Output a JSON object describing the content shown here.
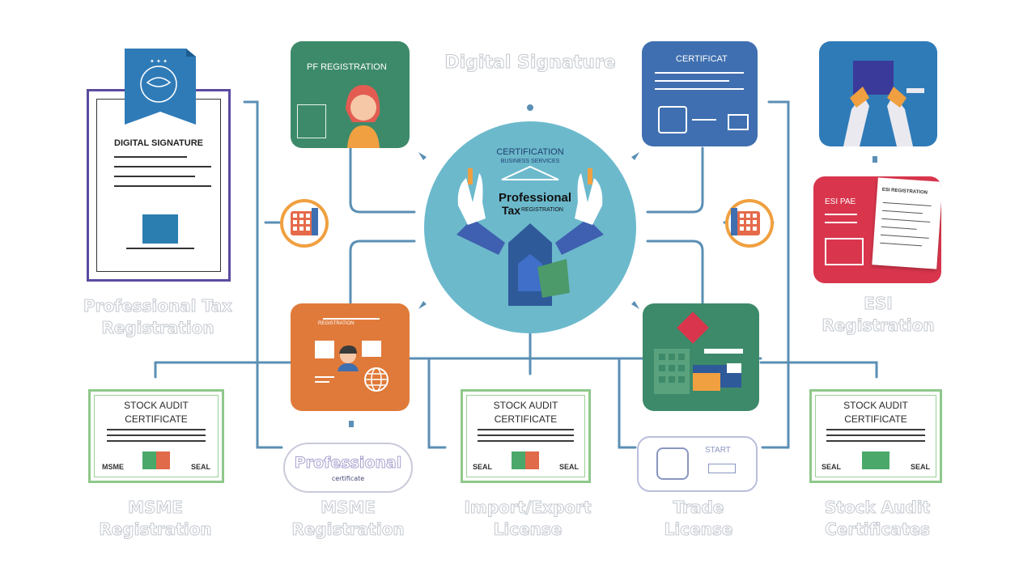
{
  "title": "Digital Signature",
  "center": {
    "heading": "CERTIFICATION",
    "subheading": "BUSINESS SERVICES",
    "label_line1": "Professional",
    "label_line2": "Tax",
    "label_small": "REGISTRATION"
  },
  "tiles": {
    "pf_registration": "PF REGISTRATION",
    "certificate": "CERTIFICAT",
    "esi_tile": "ESI PAE",
    "esi_doc_title": "ESI REGISTRATION",
    "orange_tile_text": "REGISTRATION",
    "doc_header": "DIGITAL SIGNATURE"
  },
  "certificates": [
    {
      "line1": "STOCK AUDIT",
      "line2": "CERTIFICATE",
      "foot_left": "MSME",
      "foot_right": "SEAL"
    },
    {
      "line1": "STOCK AUDIT",
      "line2": "CERTIFICATE",
      "foot_left": "SEAL",
      "foot_right": "SEAL"
    },
    {
      "line1": "STOCK AUDIT",
      "line2": "CERTIFICATE",
      "foot_left": "SEAL",
      "foot_right": "SEAL"
    }
  ],
  "pills": {
    "professional": "Professional",
    "professional_sub": "certificate",
    "start": "START"
  },
  "labels": {
    "professional_tax": "Professional Tax\nRegistration",
    "esi": "ESI\nRegistration",
    "msme1": "MSME\nRegistration",
    "msme2": "MSME\nRegistration",
    "import_export": "Import/Export\nLicense",
    "trade": "Trade\nLicense",
    "stock_audit": "Stock Audit\nCertificates"
  },
  "colors": {
    "connector": "#5b8fb4",
    "green_tile": "#3d8a6a",
    "blue_tile": "#3f6fb0",
    "orange_tile": "#e07a3a",
    "red_tile": "#d9364d",
    "circle": "#6cb9cc",
    "doc_frame": "#5b4aa0"
  },
  "icons": [
    "seal-icon",
    "grid-icon",
    "person-icon",
    "hands-icon",
    "globe-icon",
    "building-icon",
    "badge-icon"
  ]
}
